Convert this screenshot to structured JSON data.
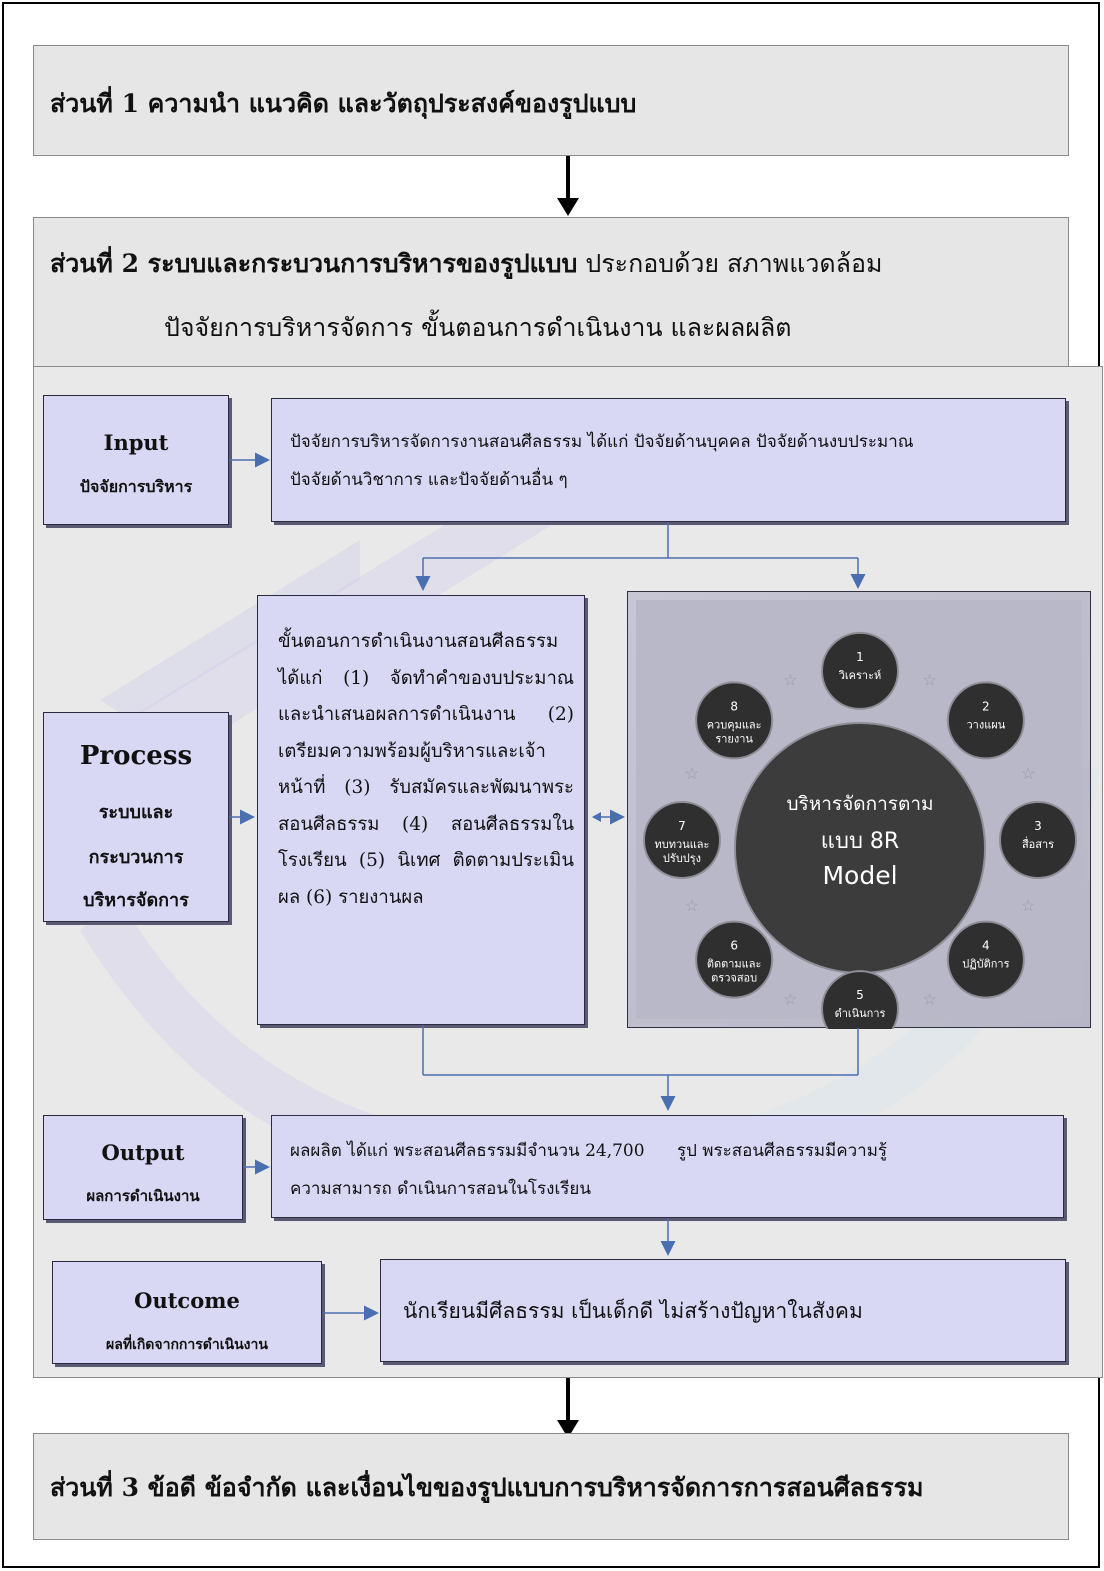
{
  "part1": {
    "title": "ส่วนที่ 1 ความนำ  แนวคิด  และวัตถุประสงค์ของรูปแบบ"
  },
  "part2": {
    "title_bold": "ส่วนที่ 2 ระบบและกระบวนการบริหารของรูปแบบ",
    "title_rest": " ประกอบด้วย สภาพแวดล้อม",
    "title_line2": "ปัจจัยการบริหารจัดการ ขั้นตอนการดำเนินงาน และผลผลิต"
  },
  "input": {
    "label": "Input",
    "sublabel": "ปัจจัยการบริหาร",
    "text_line1": "ปัจจัยการบริหารจัดการงานสอนศีลธรรม ได้แก่  ปัจจัยด้านบุคคล ปัจจัยด้านงบประมาณ",
    "text_line2": "ปัจจัยด้านวิชาการ และปัจจัยด้านอื่น ๆ"
  },
  "process": {
    "label": "Process",
    "sublabel_lines": [
      "ระบบและ",
      "กระบวนการ",
      "บริหารจัดการ"
    ],
    "text": "ขั้นตอนการดำเนินงานสอนศีลธรรม ได้แก่ (1)  จัดทำคำของบประมาณและนำเสนอผลการดำเนินงาน (2)  เตรียมความพร้อมผู้บริหารและเจ้าหน้าที่ (3)  รับสมัครและพัฒนาพระสอนศีลธรรม (4)  สอนศีลธรรมในโรงเรียน (5)  นิเทศ ติดตามประเมินผล (6) รายงานผล"
  },
  "model": {
    "center_lines": [
      "บริหารจัดการตาม",
      "แบบ 8R",
      "Model"
    ],
    "steps": [
      {
        "num": "1",
        "label": "วิเคราะห์"
      },
      {
        "num": "2",
        "label": "วางแผน"
      },
      {
        "num": "3",
        "label": "สื่อสาร"
      },
      {
        "num": "4",
        "label": "ปฏิบัติการ"
      },
      {
        "num": "5",
        "label": "ดำเนินการ"
      },
      {
        "num": "6",
        "label": "ติดตามและ ตรวจสอบ"
      },
      {
        "num": "7",
        "label": "ทบทวนและ ปรับปรุง"
      },
      {
        "num": "8",
        "label": "ควบคุมและ รายงาน"
      }
    ]
  },
  "output": {
    "label": "Output",
    "sublabel": "ผลการดำเนินงาน",
    "text_line1": "ผลผลิต ได้แก่ พระสอนศีลธรรมมีจำนวน 24,700      รูป พระสอนศีลธรรมมีความรู้",
    "text_line2": "ความสามารถ ดำเนินการสอนในโรงเรียน"
  },
  "outcome": {
    "label": "Outcome",
    "sublabel": "ผลที่เกิดจากการดำเนินงาน",
    "text": "นักเรียนมีศีลธรรม เป็นเด็กดี ไม่สร้างปัญหาในสังคม"
  },
  "part3": {
    "title": "ส่วนที่ 3 ข้อดี ข้อจำกัด และเงื่อนไขของรูปแบบการบริหารจัดการการสอนศีลธรรม"
  },
  "colors": {
    "box_fill": "#d8d8f5",
    "connector": "#4a6fb0",
    "panel_gray": "#e6e6e6"
  }
}
